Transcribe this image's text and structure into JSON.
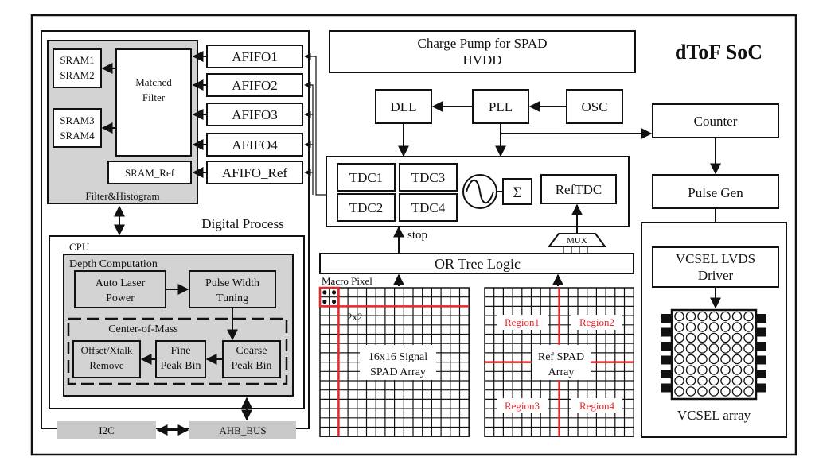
{
  "soc_title": "dToF SoC",
  "charge_pump": {
    "line1": "Charge Pump for SPAD",
    "line2": "HVDD"
  },
  "clock": {
    "dll": "DLL",
    "pll": "PLL",
    "osc": "OSC"
  },
  "counter": "Counter",
  "pulse_gen": "Pulse Gen",
  "vcsel_driver": {
    "line1": "VCSEL LVDS",
    "line2": "Driver"
  },
  "vcsel_array": "VCSEL array",
  "tdc": {
    "tdc1": "TDC1",
    "tdc2": "TDC2",
    "tdc3": "TDC3",
    "tdc4": "TDC4",
    "sigma": "Σ",
    "reftdc": "RefTDC",
    "stop": "stop",
    "mux": "MUX"
  },
  "or_tree": "OR Tree Logic",
  "macro_pixel": "Macro Pixel",
  "signal_array": {
    "subpixel": "2x2",
    "line1": "16x16 Signal",
    "line2": "SPAD Array"
  },
  "ref_array": {
    "line1": "Ref SPAD",
    "line2": "Array",
    "regions": [
      "Region1",
      "Region2",
      "Region3",
      "Region4"
    ]
  },
  "digital": {
    "title": "Digital Process",
    "afifos": [
      "AFIFO1",
      "AFIFO2",
      "AFIFO3",
      "AFIFO4",
      "AFIFO_Ref"
    ],
    "sram_pairs": [
      [
        "SRAM1",
        "SRAM2"
      ],
      [
        "SRAM3",
        "SRAM4"
      ]
    ],
    "sram_ref": "SRAM_Ref",
    "matched_filter": {
      "line1": "Matched",
      "line2": "Filter"
    },
    "filter_histogram": "Filter&Histogram",
    "cpu": "CPU",
    "depth_computation": "Depth Computation",
    "auto_laser": {
      "line1": "Auto Laser",
      "line2": "Power"
    },
    "pulse_width": {
      "line1": "Pulse Width",
      "line2": "Tuning"
    },
    "center_of_mass": "Center-of-Mass",
    "offset": {
      "line1": "Offset/Xtalk",
      "line2": "Remove"
    },
    "fine": {
      "line1": "Fine",
      "line2": "Peak Bin"
    },
    "coarse": {
      "line1": "Coarse",
      "line2": "Peak Bin"
    },
    "i2c": "I2C",
    "ahb": "AHB_BUS"
  },
  "colors": {
    "red": "#e8262a",
    "gray": "#d3d3d3"
  }
}
